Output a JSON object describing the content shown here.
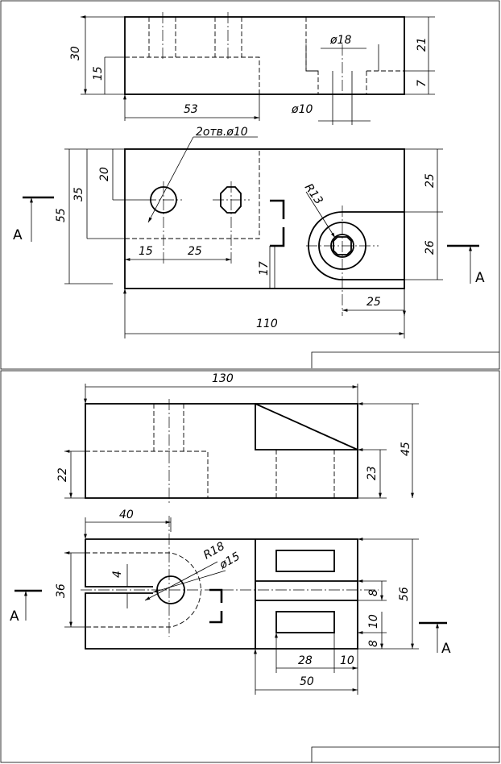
{
  "sheet1": {
    "front": {
      "d30": "30",
      "d15": "15",
      "d53": "53",
      "d21": "21",
      "d7": "7",
      "d18": "ø18",
      "d10": "ø10"
    },
    "top": {
      "holes_note": "2отв.ø10",
      "d20": "20",
      "d35": "35",
      "d55": "55",
      "d15": "15",
      "d25a": "25",
      "dR13": "R13",
      "d25b": "25",
      "d26": "26",
      "d17": "17",
      "d25c": "25",
      "d110": "110"
    },
    "section_labels": {
      "left": "A",
      "right": "A"
    }
  },
  "sheet2": {
    "front": {
      "d130": "130",
      "d22": "22",
      "d23": "23",
      "d45": "45"
    },
    "top": {
      "d40": "40",
      "dR18": "R18",
      "d15": "ø15",
      "d4": "4",
      "d36": "36",
      "d8a": "8",
      "d56": "56",
      "d10": "10",
      "d8b": "8",
      "d28": "28",
      "d10b": "10",
      "d50": "50"
    },
    "section_labels": {
      "left": "A",
      "right": "A"
    }
  }
}
